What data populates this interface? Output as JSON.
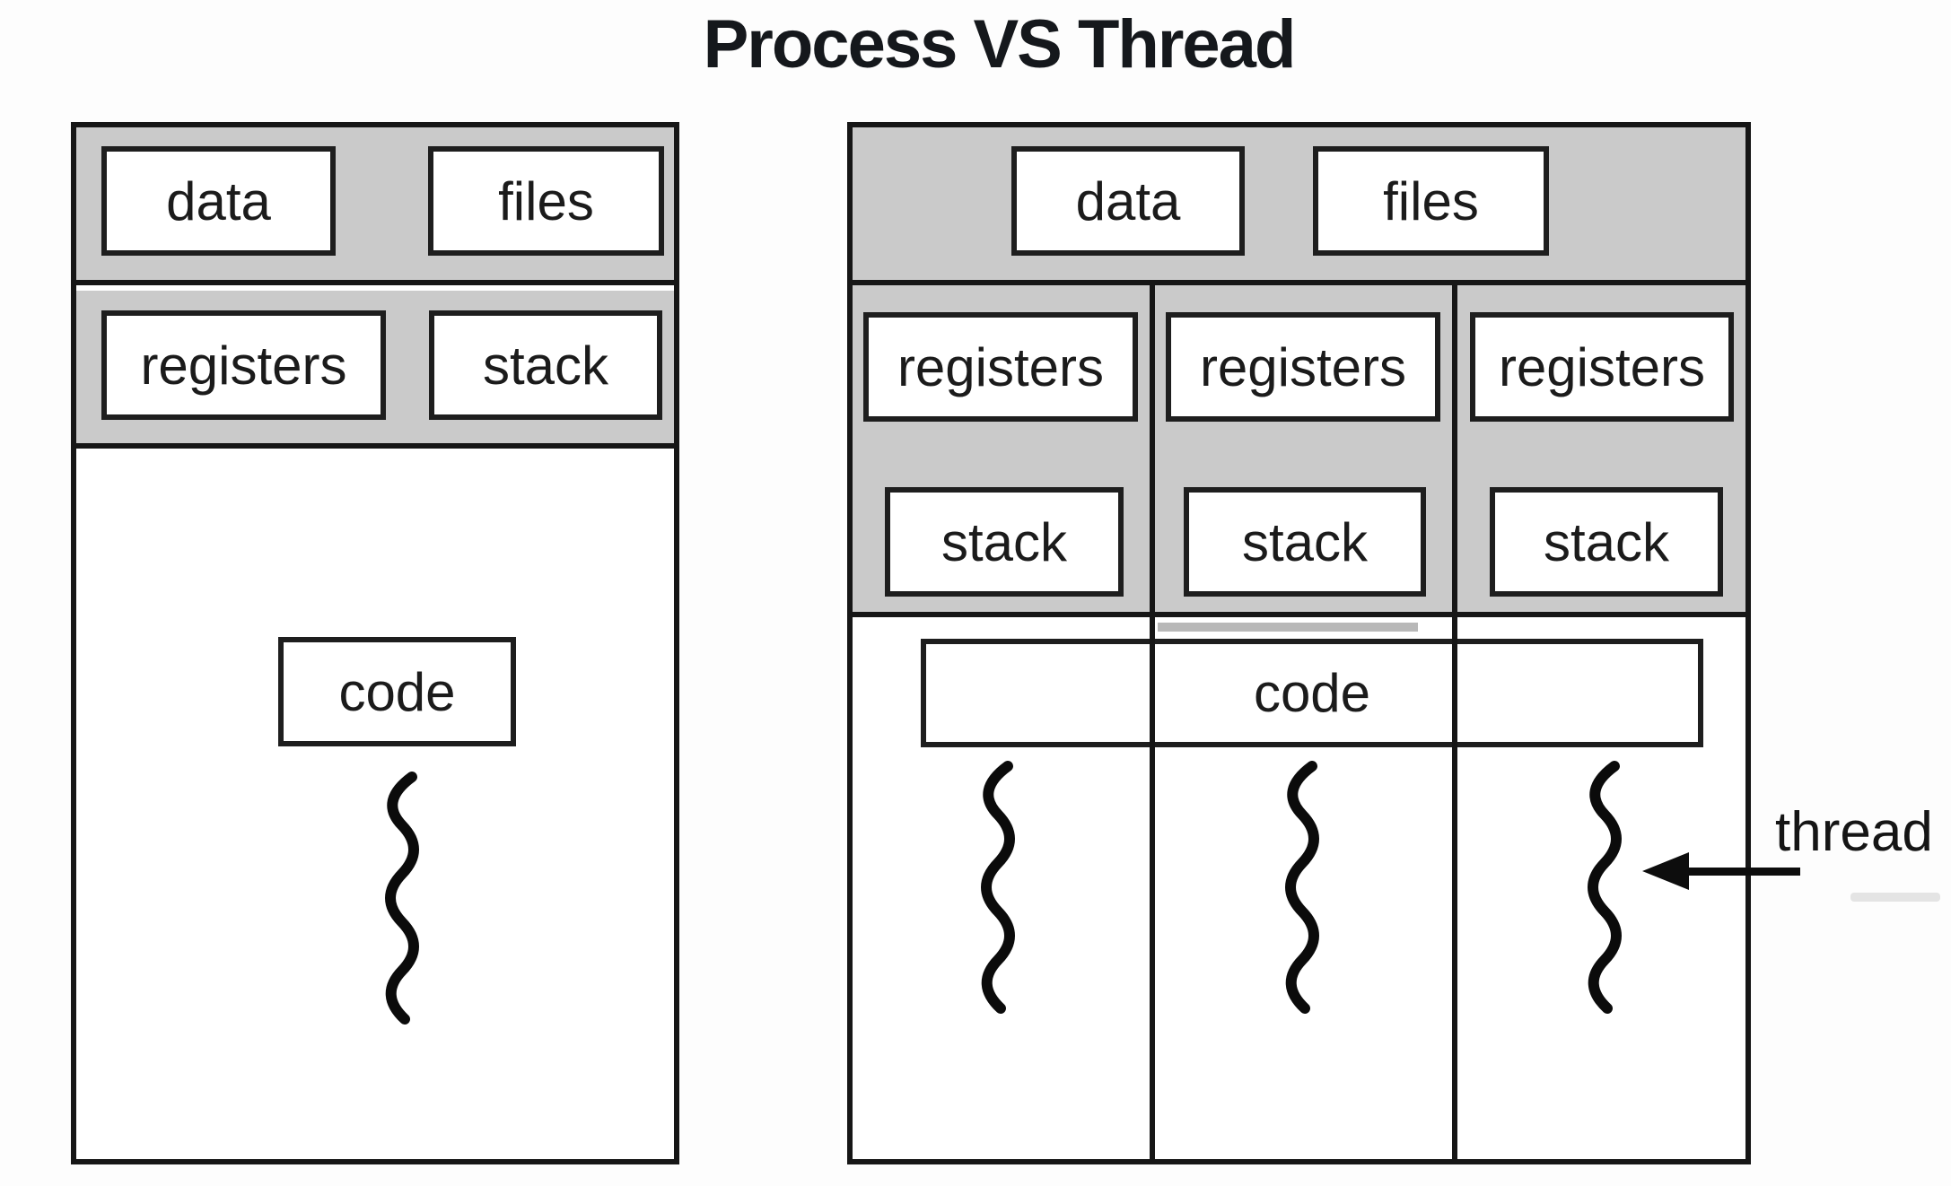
{
  "title": "Process VS Thread",
  "single_threaded_process": {
    "data_label": "data",
    "files_label": "files",
    "registers_label": "registers",
    "stack_label": "stack",
    "code_label": "code"
  },
  "multi_threaded_process": {
    "data_label": "data",
    "files_label": "files",
    "columns": [
      {
        "registers_label": "registers",
        "stack_label": "stack"
      },
      {
        "registers_label": "registers",
        "stack_label": "stack"
      },
      {
        "registers_label": "registers",
        "stack_label": "stack"
      }
    ],
    "code_label": "code",
    "thread_count": 3
  },
  "annotation": {
    "thread_label": "thread"
  },
  "colors": {
    "section_gray": "#cacaca",
    "border_black": "#161616",
    "box_white": "#ffffff",
    "background": "#fdfdfd",
    "text": "#1b1b1b"
  }
}
